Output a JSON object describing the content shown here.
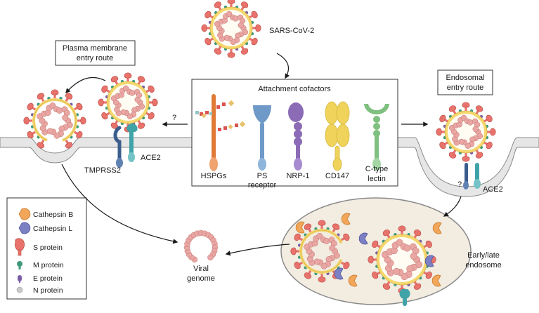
{
  "labels": {
    "virus_name": "SARS-CoV-2",
    "plasma_route_line1": "Plasma membrane",
    "plasma_route_line2": "entry route",
    "endosomal_route_line1": "Endosomal",
    "endosomal_route_line2": "entry route",
    "attachment_title": "Attachment cofactors",
    "question_mark": "?",
    "ace2": "ACE2",
    "tmprss2": "TMPRSS2",
    "viral_genome_line1": "Viral",
    "viral_genome_line2": "genome",
    "endosome_line1": "Early/late",
    "endosome_line2": "endosome"
  },
  "cofactors": [
    {
      "line1": "HSPGs",
      "line2": ""
    },
    {
      "line1": "PS",
      "line2": "receptor"
    },
    {
      "line1": "NRP-1",
      "line2": ""
    },
    {
      "line1": "CD147",
      "line2": ""
    },
    {
      "line1": "C-type",
      "line2": "lectin"
    }
  ],
  "legend": [
    {
      "label": "Cathepsin B",
      "icon": "cathepsin-b-icon"
    },
    {
      "label": "Cathepsin L",
      "icon": "cathepsin-l-icon"
    },
    {
      "label": "S protein",
      "icon": "s-protein-icon"
    },
    {
      "label": "M protein",
      "icon": "m-protein-icon"
    },
    {
      "label": "E protein",
      "icon": "e-protein-icon"
    },
    {
      "label": "N protein",
      "icon": "n-protein-icon"
    }
  ],
  "colors": {
    "membrane": "#e6e6e6",
    "envelope": "#f5d76e",
    "s_protein": "#e8736c",
    "m_protein": "#3f9a7c",
    "e_protein": "#7a5fa8",
    "n_protein": "#e9a7a4",
    "cathepsin_b": "#f2a65a",
    "cathepsin_l": "#7b7fc4",
    "hspg": "#e07a36",
    "ps_receptor": "#6e99c8",
    "nrp1": "#8b6bb5",
    "cd147": "#efd35a",
    "lectin": "#7fbf7f",
    "ace2": "#3fa3a8",
    "tmprss2": "#3a5d8c",
    "endosome_fill": "#f2ece1"
  }
}
